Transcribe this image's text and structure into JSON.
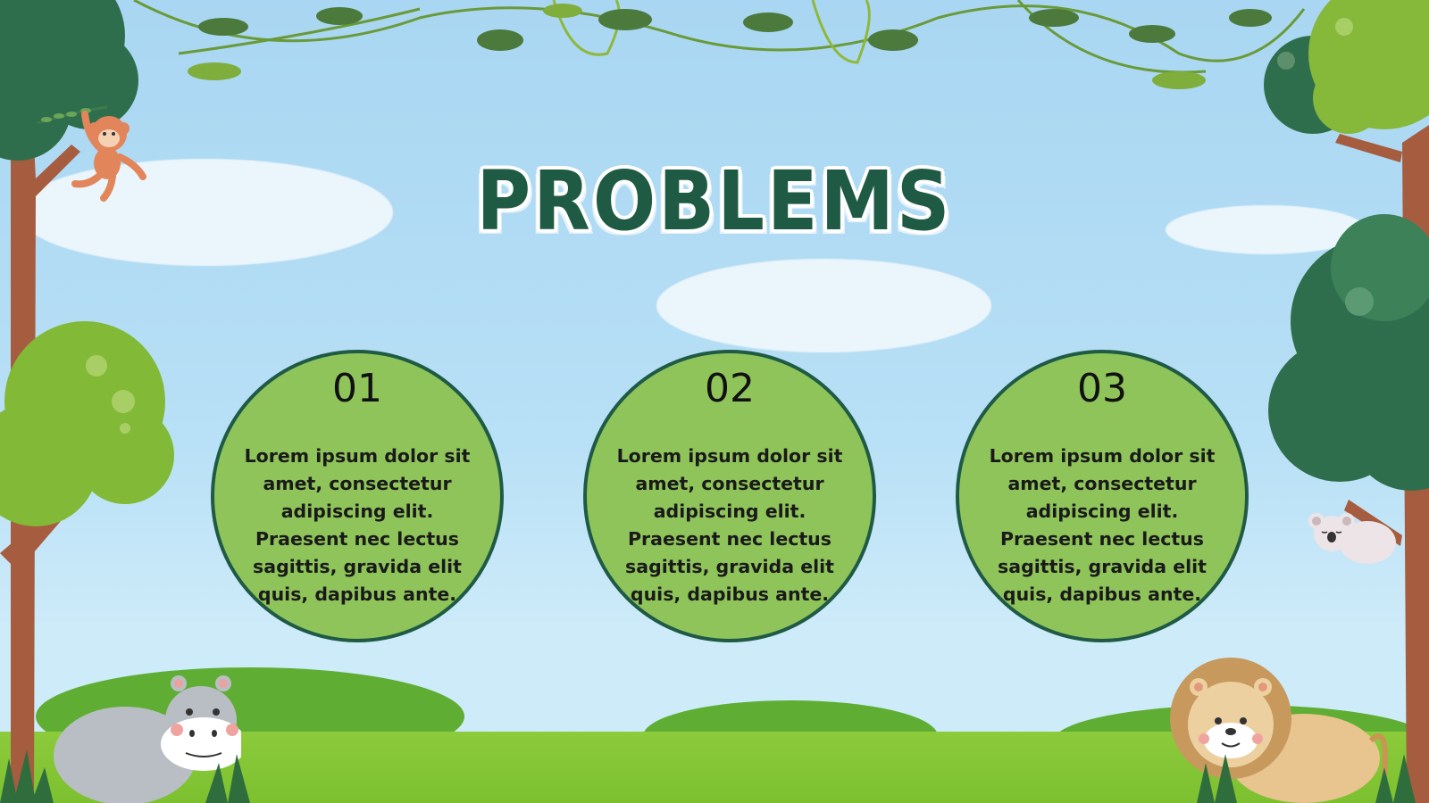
{
  "slide": {
    "title": "PROBLEMS",
    "items": [
      {
        "number": "01",
        "text": "Lorem ipsum dolor sit amet, consectetur adipiscing elit. Praesent nec lectus sagittis, gravida elit quis, dapibus ante."
      },
      {
        "number": "02",
        "text": "Lorem ipsum dolor sit amet, consectetur adipiscing elit. Praesent nec lectus sagittis, gravida elit quis, dapibus ante."
      },
      {
        "number": "03",
        "text": "Lorem ipsum dolor sit amet, consectetur adipiscing elit. Praesent nec lectus sagittis, gravida elit quis, dapibus ante."
      }
    ]
  },
  "colors": {
    "sky": "#b8e0f6",
    "circle_fill": "#8fc45a",
    "circle_border": "#1f5a45",
    "title": "#1f5a45",
    "grass": "#8ccb3b"
  },
  "decorations": [
    "jungle-vines-icon",
    "tree-icon",
    "monkey-icon",
    "koala-icon",
    "hippo-icon",
    "lion-icon",
    "cloud-icon",
    "bush-icon"
  ]
}
